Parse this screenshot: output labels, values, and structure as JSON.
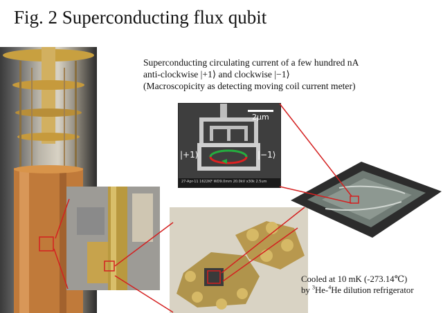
{
  "title": "Fig. 2 Superconducting flux qubit",
  "description": {
    "line1": "Superconducting circulating current of a few hundred nA",
    "line2": "anti-clockwise |+1⟩ and clockwise |−1⟩",
    "line3": "(Macroscopicity as detecting moving coil current meter)"
  },
  "sem_image": {
    "scale_label": "2μm",
    "state_plus": "|+1⟩",
    "state_minus": "|−1⟩",
    "footer": "27-Apr-11   1622KF WD9.0mm 20.0kV x30k 2.5um"
  },
  "cooling": {
    "line1": "Cooled at 10 mK (-273.14℃)",
    "he3": "3",
    "he3_text": "He-",
    "he4": "4",
    "he4_text": "He dilution refrigerator"
  },
  "colors": {
    "leader_line": "#d42020",
    "arrow_red": "#e02020",
    "arrow_green": "#20b040"
  }
}
